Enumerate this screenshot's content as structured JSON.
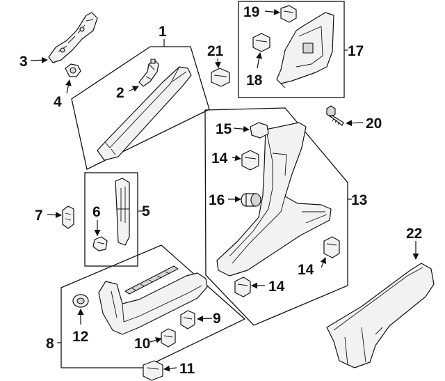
{
  "diagram": {
    "colors": {
      "line": "#111111",
      "part_fill": "#f2f2f2",
      "part_shade": "#d6d6d6",
      "background": "#ffffff"
    },
    "callouts": [
      {
        "id": "c1",
        "text": "1"
      },
      {
        "id": "c2",
        "text": "2"
      },
      {
        "id": "c3",
        "text": "3"
      },
      {
        "id": "c4",
        "text": "4"
      },
      {
        "id": "c5",
        "text": "5"
      },
      {
        "id": "c6",
        "text": "6"
      },
      {
        "id": "c7",
        "text": "7"
      },
      {
        "id": "c8",
        "text": "8"
      },
      {
        "id": "c9",
        "text": "9"
      },
      {
        "id": "c10",
        "text": "10"
      },
      {
        "id": "c11",
        "text": "11"
      },
      {
        "id": "c12",
        "text": "12"
      },
      {
        "id": "c13",
        "text": "13"
      },
      {
        "id": "c14a",
        "text": "14"
      },
      {
        "id": "c14b",
        "text": "14"
      },
      {
        "id": "c14c",
        "text": "14"
      },
      {
        "id": "c15",
        "text": "15"
      },
      {
        "id": "c16",
        "text": "16"
      },
      {
        "id": "c17",
        "text": "17"
      },
      {
        "id": "c18",
        "text": "18"
      },
      {
        "id": "c19",
        "text": "19"
      },
      {
        "id": "c20",
        "text": "20"
      },
      {
        "id": "c21",
        "text": "21"
      },
      {
        "id": "c22",
        "text": "22"
      }
    ]
  }
}
